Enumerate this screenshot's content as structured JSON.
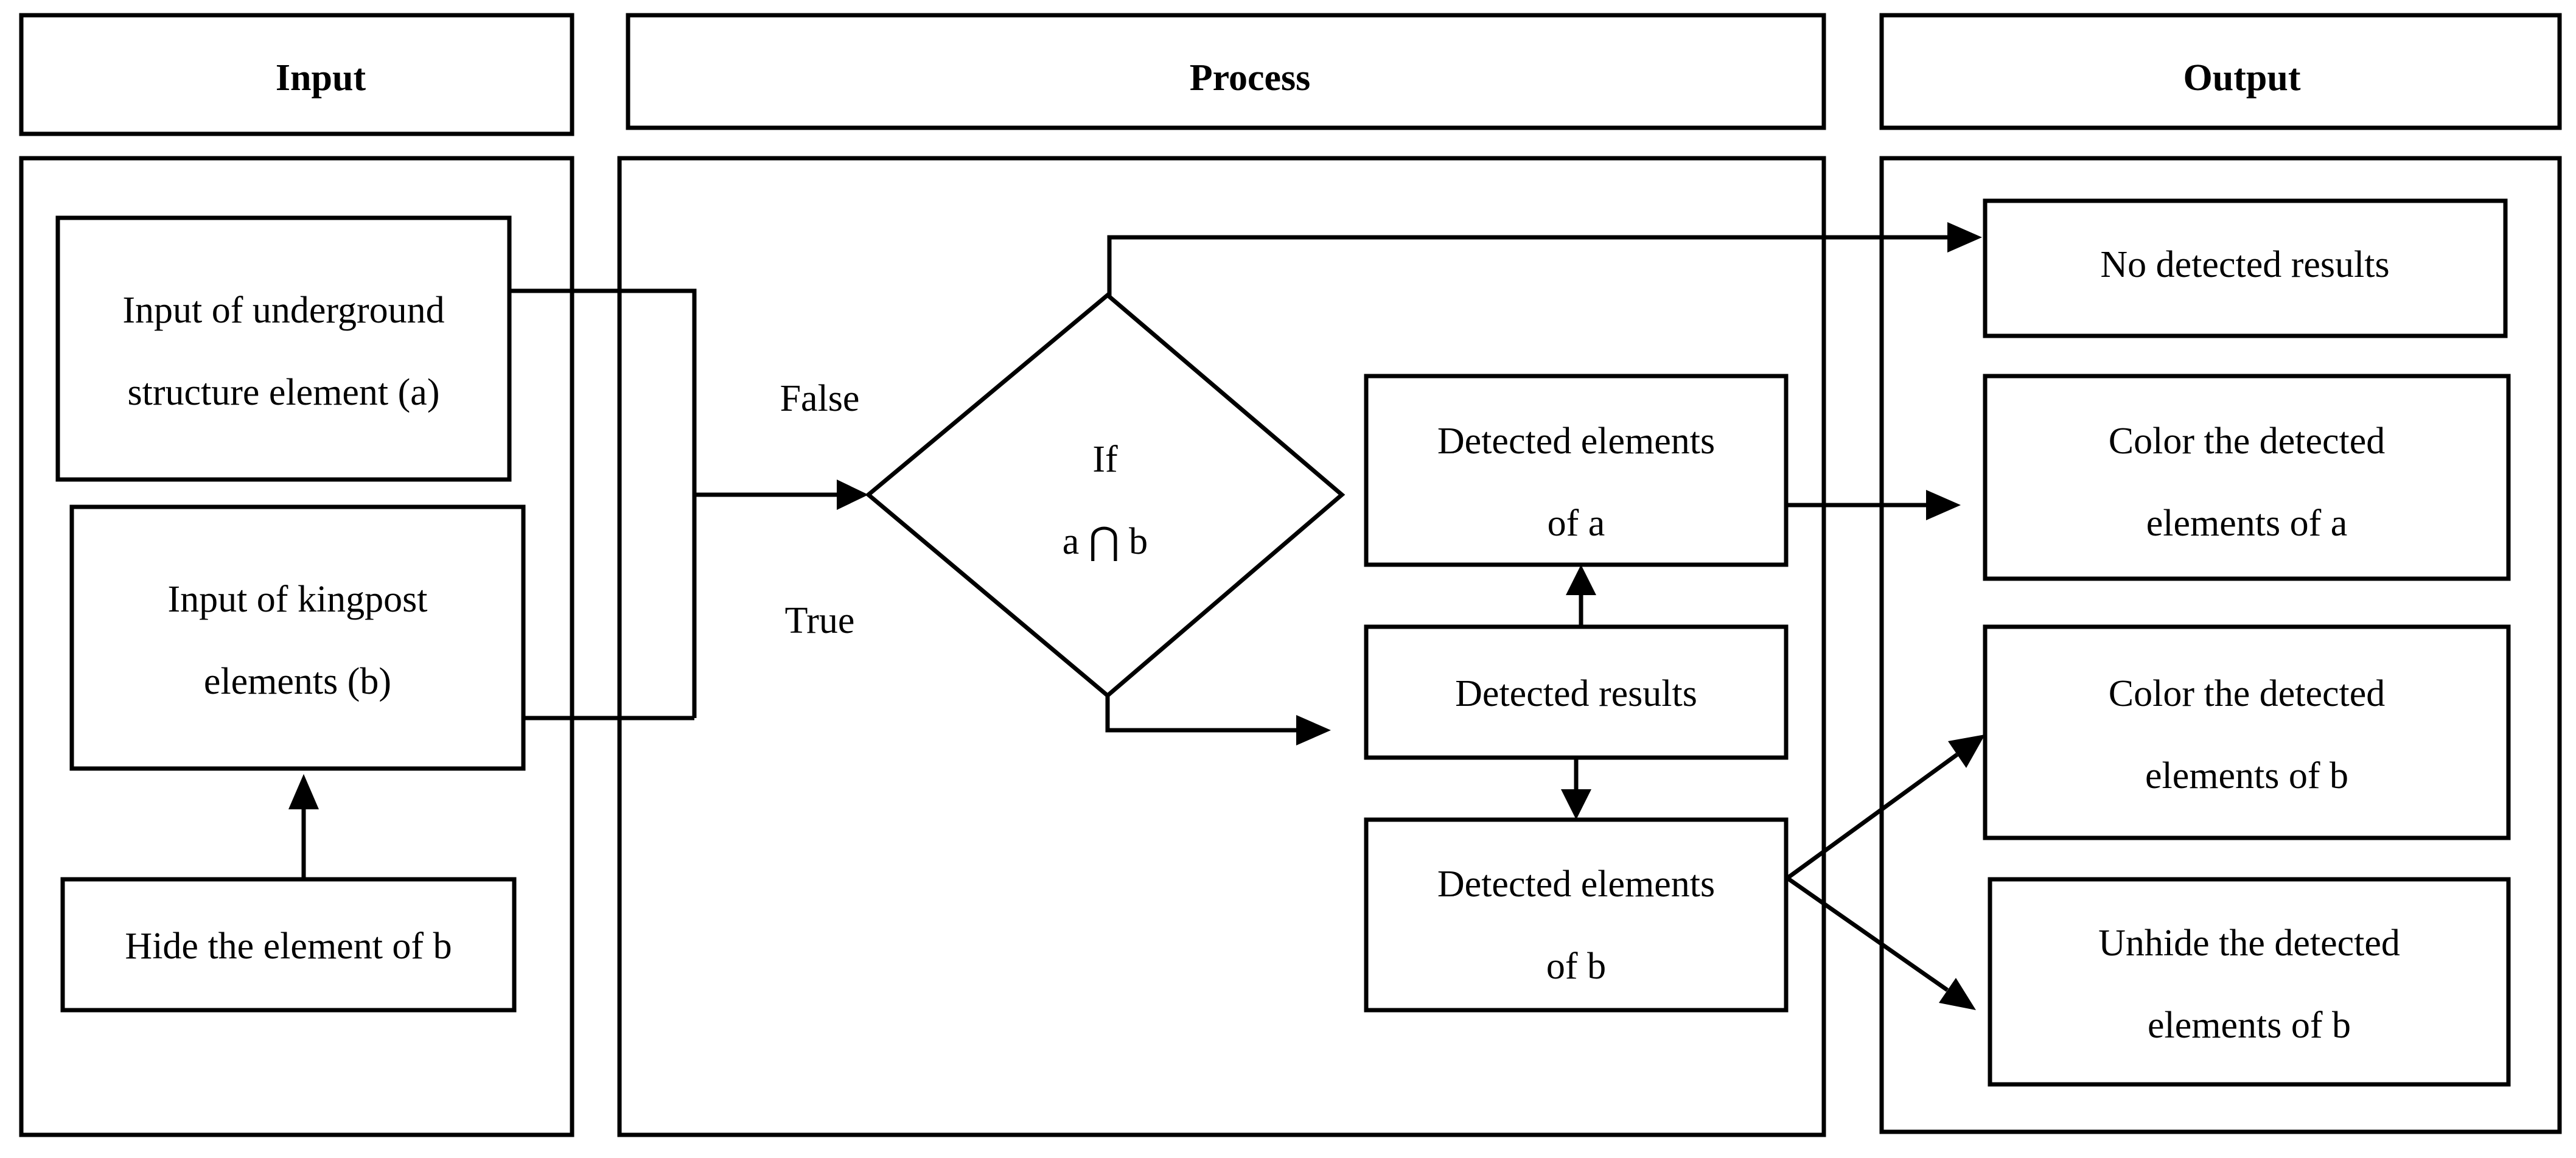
{
  "columns": {
    "input": "Input",
    "process": "Process",
    "output": "Output"
  },
  "input": {
    "underground": [
      "Input of underground",
      "structure element (a)"
    ],
    "kingpost": [
      "Input of kingpost",
      "elements (b)"
    ],
    "hide": "Hide the element of b"
  },
  "process": {
    "false_label": "False",
    "true_label": "True",
    "decision": [
      "If",
      "a ⋂ b"
    ],
    "detected_a": [
      "Detected elements",
      "of a"
    ],
    "detected_results": "Detected results",
    "detected_b": [
      "Detected elements",
      "of b"
    ]
  },
  "output": {
    "no_results": "No detected results",
    "color_a": [
      "Color the detected",
      "elements of a"
    ],
    "color_b": [
      "Color the detected",
      "elements of b"
    ],
    "unhide_b": [
      "Unhide the detected",
      "elements of b"
    ]
  }
}
